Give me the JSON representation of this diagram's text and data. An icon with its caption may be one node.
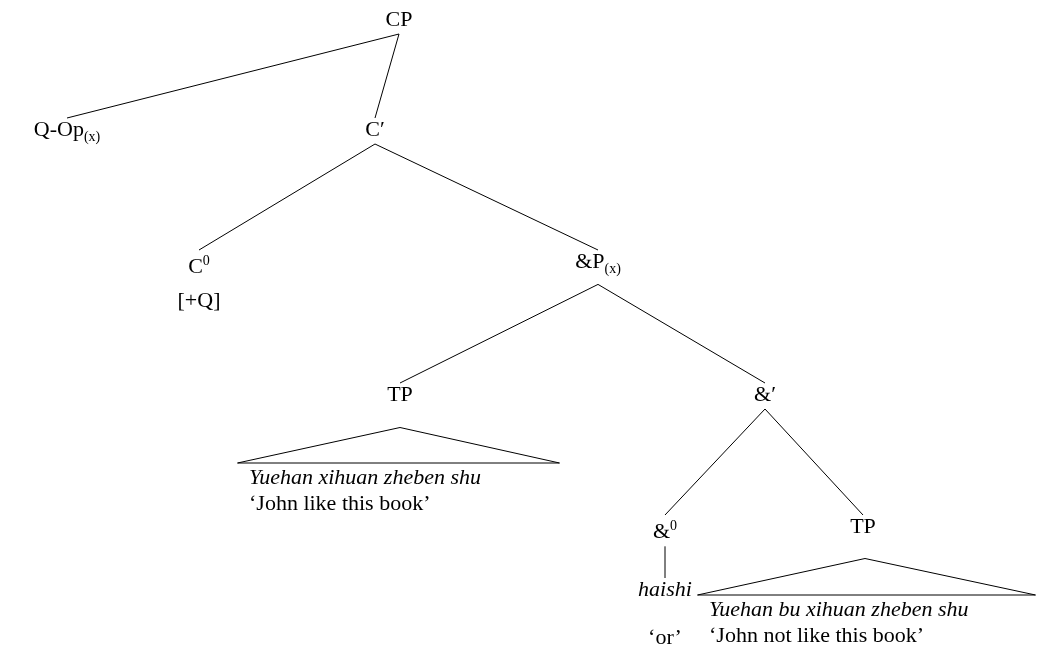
{
  "diagram": {
    "nodes": [
      {
        "text": [
          "CP"
        ]
      },
      {
        "text": [
          "Q-Op$_{(x)}$"
        ]
      },
      {
        "text": [
          "C′"
        ]
      },
      {
        "text": [
          "C$^{0}$",
          "[+Q]"
        ]
      },
      {
        "text": [
          "&P$_{(x)}$"
        ]
      },
      {
        "text": [
          "TP"
        ]
      },
      {
        "text": [
          "Yuehan xihuan zheben shu",
          "‘John like this book’"
        ]
      },
      {
        "text": [
          "&′"
        ]
      },
      {
        "text": [
          "&$^{0}$"
        ]
      },
      {
        "text": [
          "TP"
        ]
      },
      {
        "text": [
          "haishi",
          "‘or’"
        ]
      },
      {
        "text": [
          "Yuehan bu xihuan zheben shu",
          "‘John not like this book’"
        ]
      }
    ],
    "edges": [
      {
        "from": 0,
        "to": 1,
        "arrow": "none"
      },
      {
        "from": 0,
        "to": 2,
        "arrow": "none"
      },
      {
        "from": 2,
        "to": 3,
        "arrow": "none"
      },
      {
        "from": 2,
        "to": 4,
        "arrow": "none"
      },
      {
        "from": 4,
        "to": 5,
        "arrow": "none"
      },
      {
        "from": 4,
        "to": 7,
        "arrow": "none"
      },
      {
        "from": 7,
        "to": 8,
        "arrow": "none"
      },
      {
        "from": 7,
        "to": 9,
        "arrow": "none"
      },
      {
        "from": 8,
        "to": 10,
        "arrow": "none"
      }
    ]
  }
}
